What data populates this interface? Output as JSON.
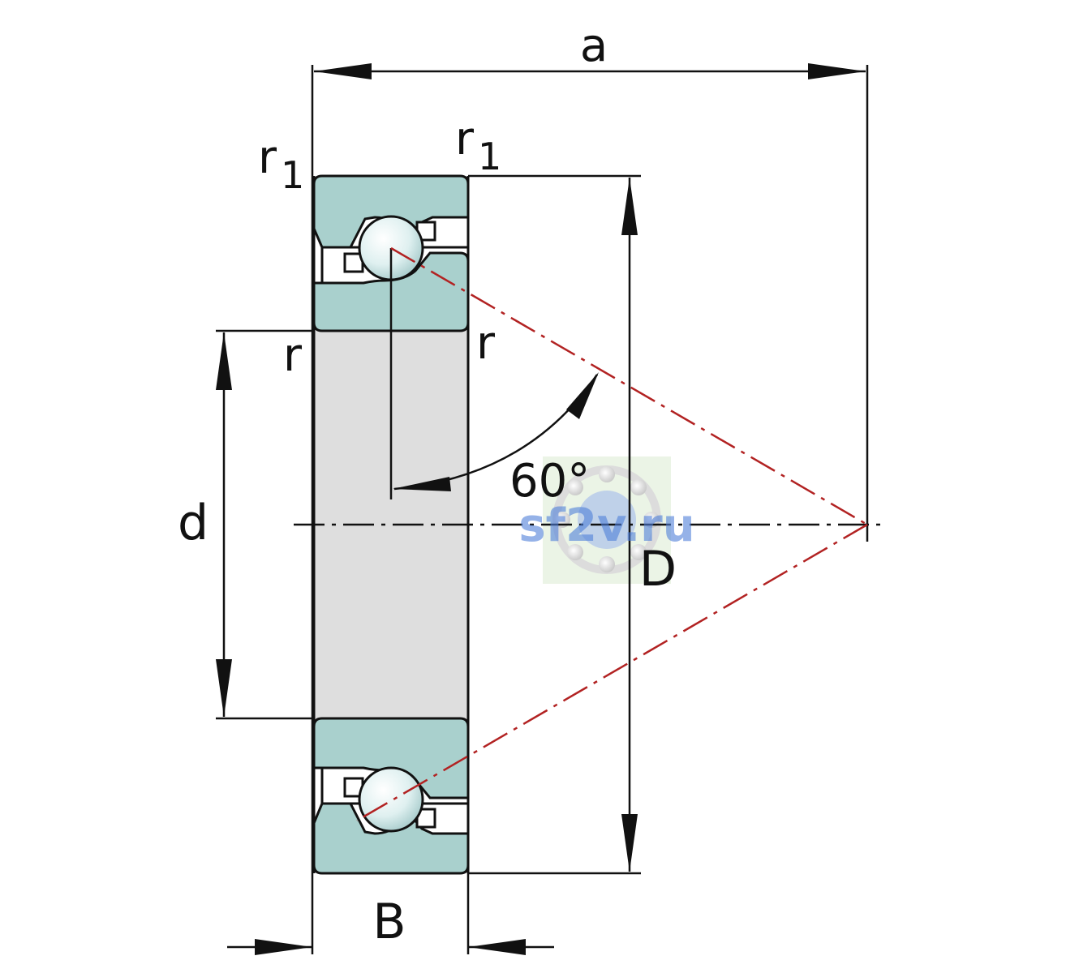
{
  "labels": {
    "a": "a",
    "r1": "r",
    "r1_sub": "1",
    "r": "r",
    "d": "d",
    "D": "D",
    "B": "B",
    "angle": "60°"
  },
  "watermark": {
    "text": "sf2v.ru"
  },
  "colors": {
    "ring_fill": "#a9d0cd",
    "bore_fill": "#dedede",
    "outline": "#111111",
    "pressure_line": "#b22222",
    "ball_fill": "#e6f4f4",
    "watermark_bg": "#e8f3e2",
    "watermark_text": "#4f7fd8"
  }
}
